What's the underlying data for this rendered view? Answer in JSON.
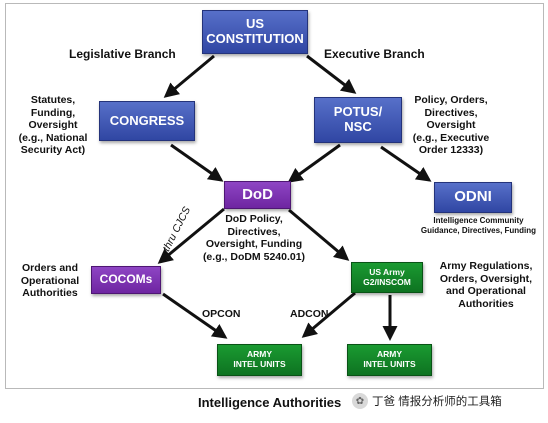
{
  "colors": {
    "blue": "#3d53b0",
    "purple": "#7b2fb0",
    "green": "#138a29",
    "arrow": "#111111"
  },
  "nodes": {
    "constitution": "US\nCONSTITUTION",
    "congress": "CONGRESS",
    "potus": "POTUS/\nNSC",
    "dod": "DoD",
    "odni": "ODNI",
    "cocoms": "COCOMs",
    "army_inscom": "US Army\nG2/INSCOM",
    "army_intel_left": "ARMY\nINTEL UNITS",
    "army_intel_right": "ARMY\nINTEL UNITS"
  },
  "labels": {
    "legislative_branch": "Legislative Branch",
    "executive_branch": "Executive Branch",
    "congress_note": "Statutes,\nFunding,\nOversight\n(e.g., National\nSecurity Act)",
    "potus_note": "Policy, Orders,\nDirectives,\nOversight\n(e.g., Executive\nOrder 12333)",
    "dod_note": "DoD Policy,\nDirectives,\nOversight, Funding\n(e.g., DoDM 5240.01)",
    "odni_note": "Intelligence Community\nGuidance, Directives, Funding",
    "cocoms_note": "Orders and\nOperational\nAuthorities",
    "army_note": "Army Regulations,\nOrders, Oversight,\nand Operational\nAuthorities",
    "thru_cjcs": "thru CJCS",
    "opcon": "OPCON",
    "adcon": "ADCON"
  },
  "caption": {
    "title": "Intelligence Authorities",
    "watermark_icon": "wechat-icon",
    "watermark": "丁爸 情报分析师的工具箱"
  }
}
